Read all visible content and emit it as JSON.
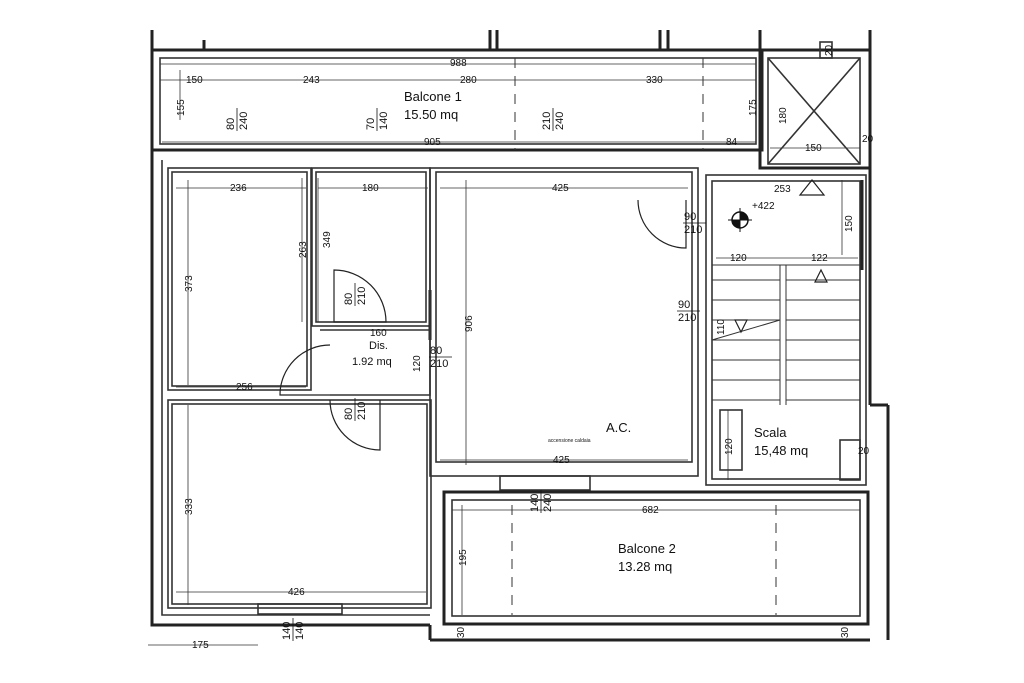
{
  "rooms": {
    "balcone1_name": "Balcone 1",
    "balcone1_area": "15.50 mq",
    "dis_name": "Dis.",
    "dis_area": "1.92 mq",
    "ac_name": "A.C.",
    "scala_name": "Scala",
    "scala_area": "15,48 mq",
    "balcone2_name": "Balcone 2",
    "balcone2_area": "13.28 mq"
  },
  "dimensions": {
    "top_988": "988",
    "top_150": "150",
    "top_243": "243",
    "top_280": "280",
    "top_330": "330",
    "left_155": "155",
    "wall_905": "905",
    "wall_84": "84",
    "stair_175": "175",
    "stair_180": "180",
    "stair_150": "150",
    "stair_20a": "20",
    "stair_20b": "20",
    "stair_20c": "20",
    "stair_253": "253",
    "stair_150v": "150",
    "level": "+422",
    "room_236": "236",
    "room_180": "180",
    "room_425_top": "425",
    "room_373": "373",
    "room_263": "263",
    "room_349": "349",
    "room_906": "906",
    "dis_160": "160",
    "dis_120": "120",
    "room_256": "256",
    "room_333": "333",
    "room_426": "426",
    "ac_425": "425",
    "stair_120": "120",
    "stair_122": "122",
    "stair_110": "110",
    "scala_120": "120",
    "b2_682": "682",
    "b2_195": "195",
    "b2_30a": "30",
    "b2_30b": "30",
    "bottom_175": "175",
    "ac_small_label": "accensione caldaia"
  },
  "openings": [
    {
      "top": "80",
      "bottom": "240"
    },
    {
      "top": "70",
      "bottom": "140"
    },
    {
      "top": "210",
      "bottom": "240"
    },
    {
      "top": "90",
      "bottom": "210"
    },
    {
      "top": "80",
      "bottom": "210"
    },
    {
      "top": "80",
      "bottom": "210"
    },
    {
      "top": "90",
      "bottom": "210"
    },
    {
      "top": "80",
      "bottom": "210"
    },
    {
      "top": "140",
      "bottom": "240"
    },
    {
      "top": "140",
      "bottom": "140"
    }
  ]
}
